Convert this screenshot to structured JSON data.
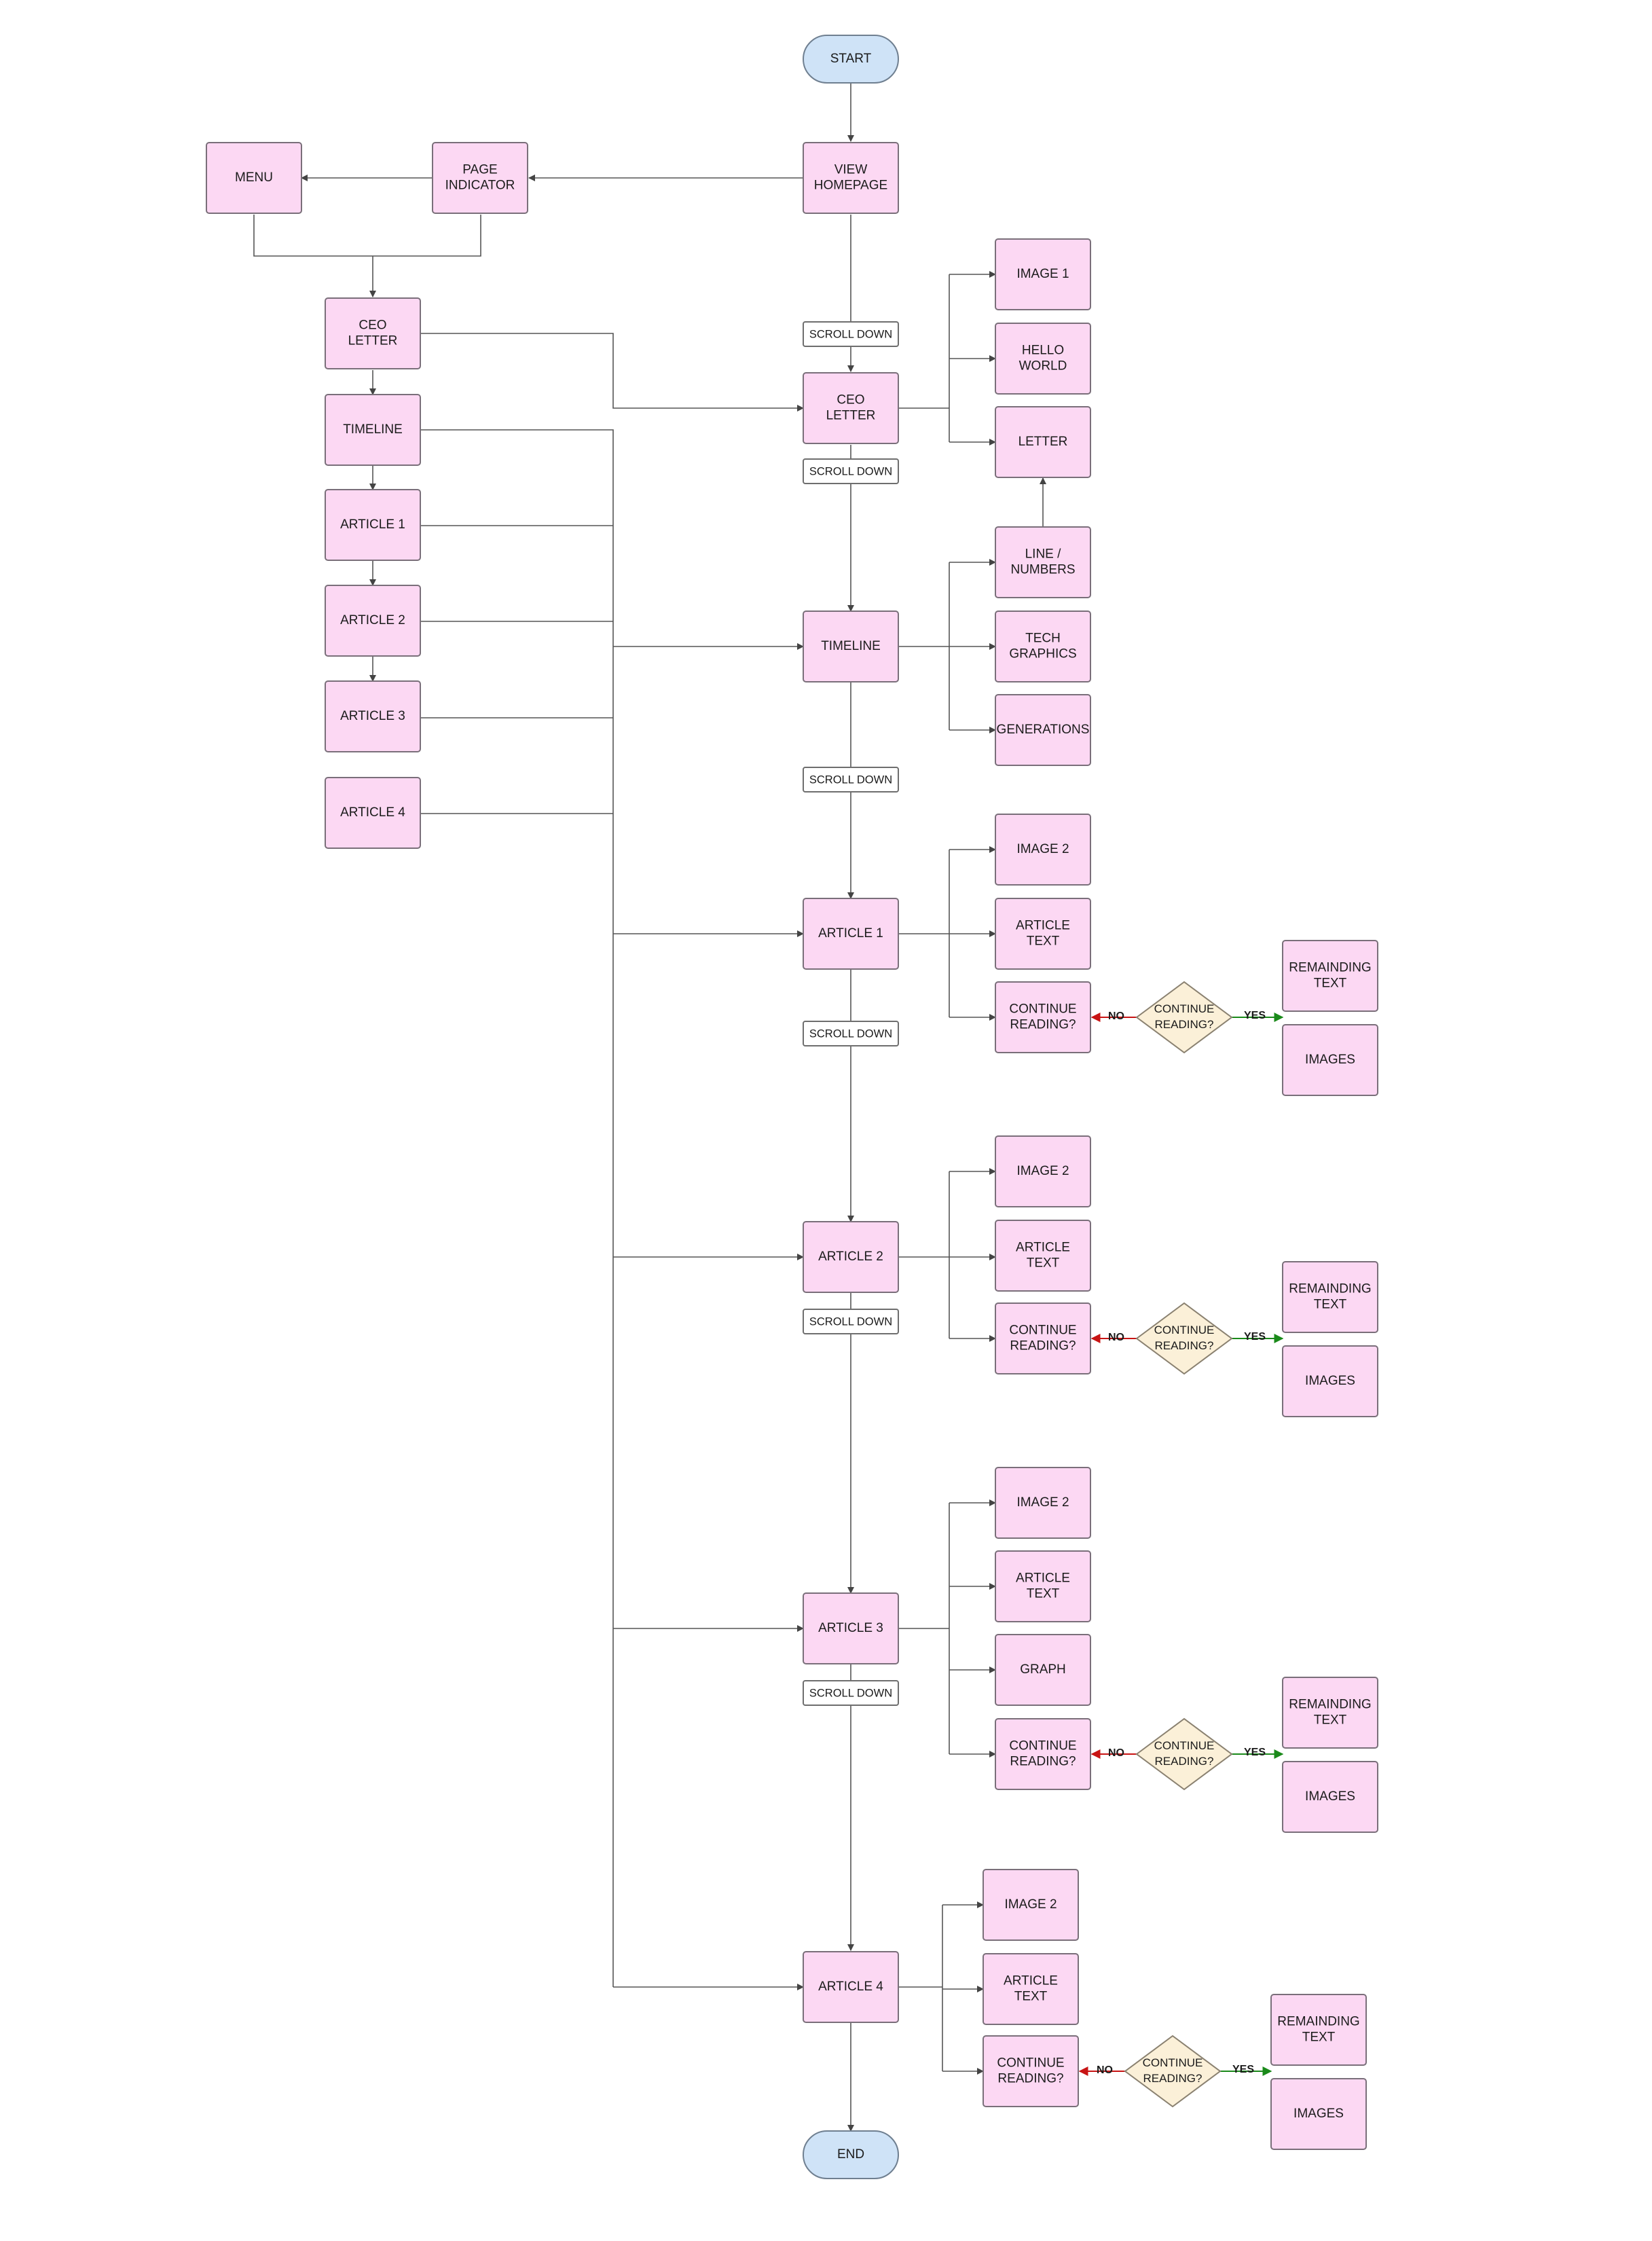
{
  "nodes": {
    "start": "START",
    "end": "END",
    "view_homepage": [
      "VIEW",
      "HOMEPAGE"
    ],
    "page_indicator": [
      "PAGE",
      "INDICATOR"
    ],
    "menu": "MENU",
    "nav_ceo_letter": [
      "CEO",
      "LETTER"
    ],
    "nav_timeline": "TIMELINE",
    "nav_article_1": "ARTICLE 1",
    "nav_article_2": "ARTICLE 2",
    "nav_article_3": "ARTICLE 3",
    "nav_article_4": "ARTICLE 4",
    "ceo_letter": [
      "CEO",
      "LETTER"
    ],
    "timeline": "TIMELINE",
    "article_1": "ARTICLE 1",
    "article_2": "ARTICLE 2",
    "article_3": "ARTICLE 3",
    "article_4": "ARTICLE 4",
    "image_1": "IMAGE 1",
    "hello_world": [
      "HELLO",
      "WORLD"
    ],
    "letter": "LETTER",
    "line_numbers": [
      "LINE /",
      "NUMBERS"
    ],
    "tech_graphics": [
      "TECH",
      "GRAPHICS"
    ],
    "generations": "GENERATIONS",
    "image_2": "IMAGE 2",
    "article_text": [
      "ARTICLE",
      "TEXT"
    ],
    "graph": "GRAPH",
    "continue_reading": [
      "CONTINUE",
      "READING?"
    ],
    "remainding_text": [
      "REMAINDING",
      "TEXT"
    ],
    "images": "IMAGES"
  },
  "labels": {
    "scroll_down": "SCROLL DOWN",
    "no": "NO",
    "yes": "YES"
  },
  "colors": {
    "process_fill": "#fcd8f3",
    "terminal_fill": "#cfe3f7",
    "decision_fill": "#fbf0d8",
    "no_arrow": "#c81414",
    "yes_arrow": "#1a8a1a"
  }
}
